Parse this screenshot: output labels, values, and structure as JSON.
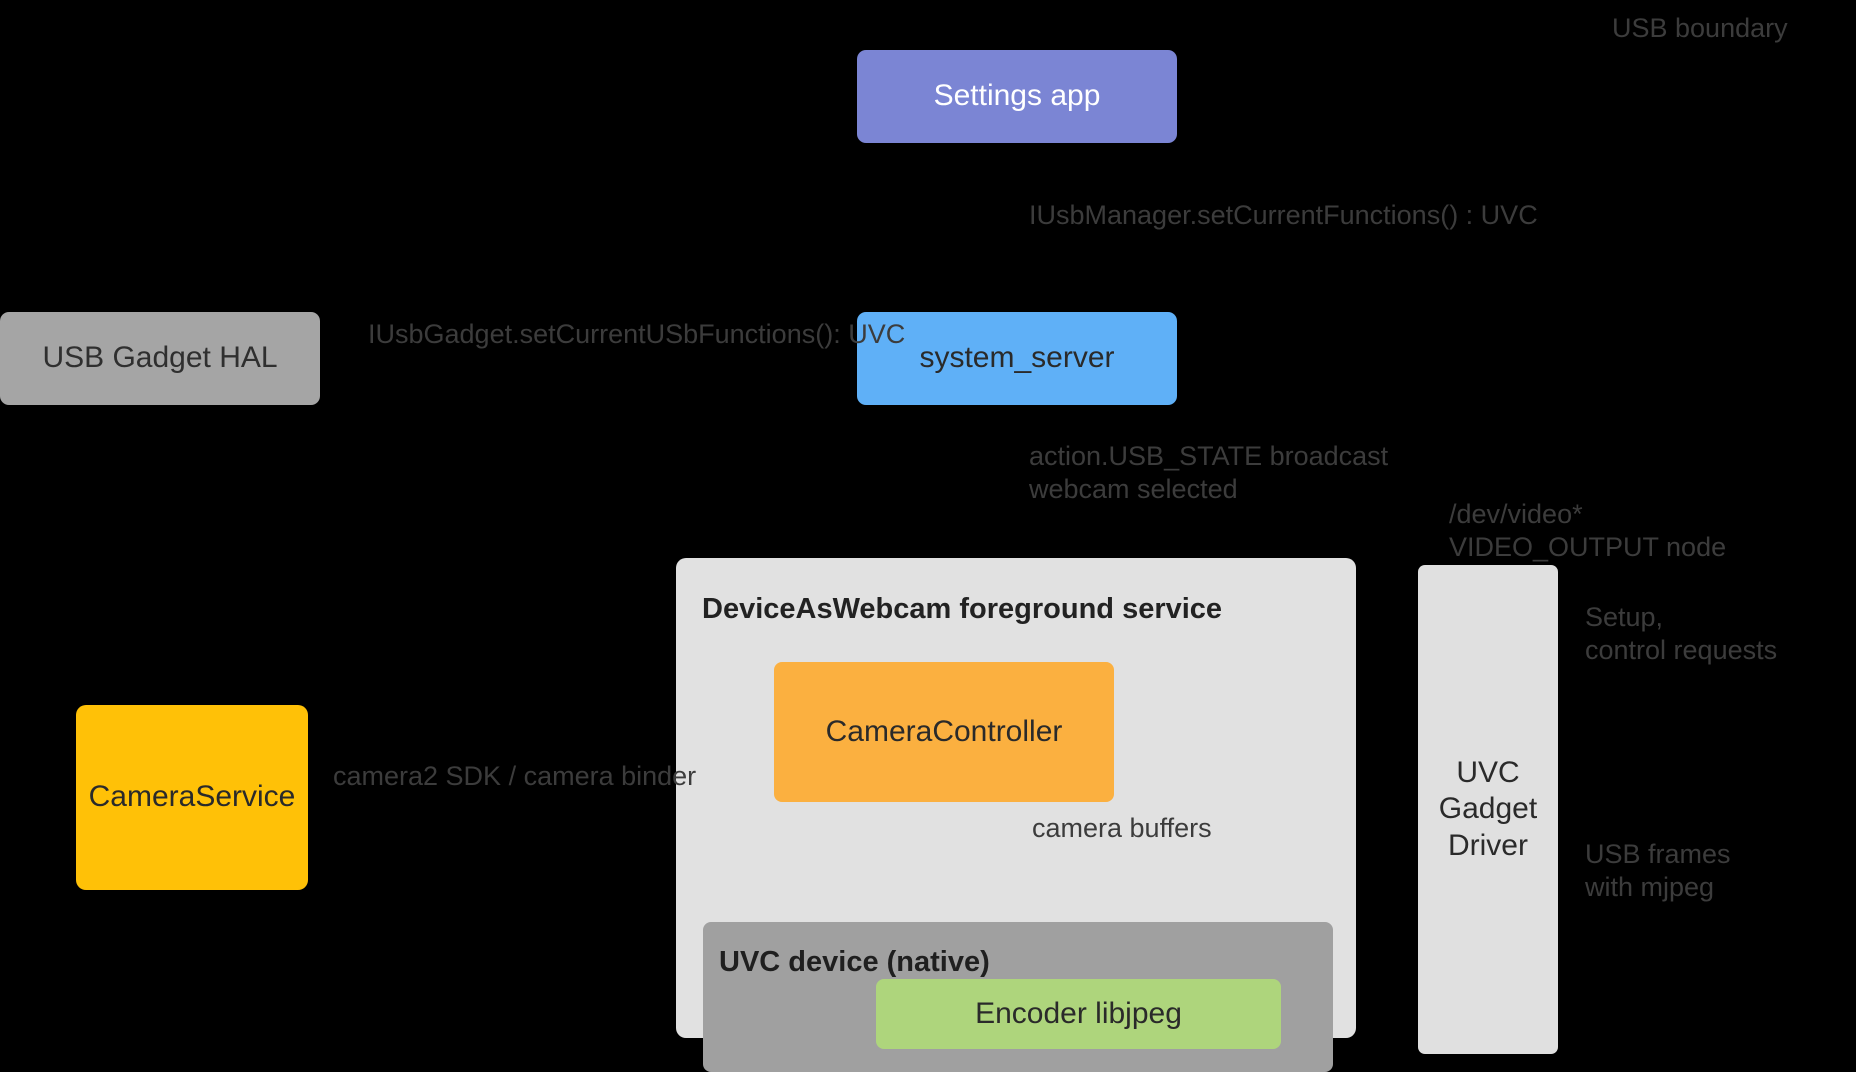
{
  "diagram": {
    "title": "DeviceAsWebcam UVC architecture",
    "background": "#000000",
    "nodes": {
      "settings_app": {
        "label": "Settings app",
        "color": "#7b85d4",
        "text_color": "#ffffff"
      },
      "usb_gadget_hal": {
        "label": "USB Gadget HAL",
        "color": "#a5a5a5",
        "text_color": "#2f2f2f"
      },
      "system_server": {
        "label": "system_server",
        "color": "#5fb0f7",
        "text_color": "#2a2a2a"
      },
      "camera_service": {
        "label": "CameraService",
        "color": "#ffc107",
        "text_color": "#2a2a2a"
      },
      "uvc_gadget_driver": {
        "label": "UVC\nGadget\nDriver",
        "color": "#e0e0e0",
        "text_color": "#2a2a2a"
      },
      "das_service": {
        "label": "DeviceAsWebcam foreground service",
        "color": "#e1e1e1",
        "text_color": "#222222"
      },
      "camera_controller": {
        "label": "CameraController",
        "color": "#fbb040",
        "text_color": "#2a2a2a"
      },
      "uvc_device": {
        "label": "UVC device (native)",
        "color": "#a0a0a0",
        "text_color": "#1f1f1f"
      },
      "encoder": {
        "label": "Encoder libjpeg",
        "color": "#aed57c",
        "text_color": "#2a2a2a"
      }
    },
    "edge_labels": {
      "usb_boundary": "USB boundary",
      "iusbmanager": "IUsbManager.setCurrentFunctions() : UVC",
      "iusbgadget": "IUsbGadget.setCurrentUSbFunctions(): UVC",
      "usb_state_broadcast": "action.USB_STATE broadcast\nwebcam selected",
      "dev_video_node": "/dev/video*\nVIDEO_OUTPUT node",
      "setup_control_requests": "Setup,\ncontrol requests",
      "usb_frames_mjpeg": "USB frames\nwith mjpeg",
      "camera2_binder": "camera2 SDK / camera binder",
      "camera_buffers": "camera buffers"
    }
  }
}
